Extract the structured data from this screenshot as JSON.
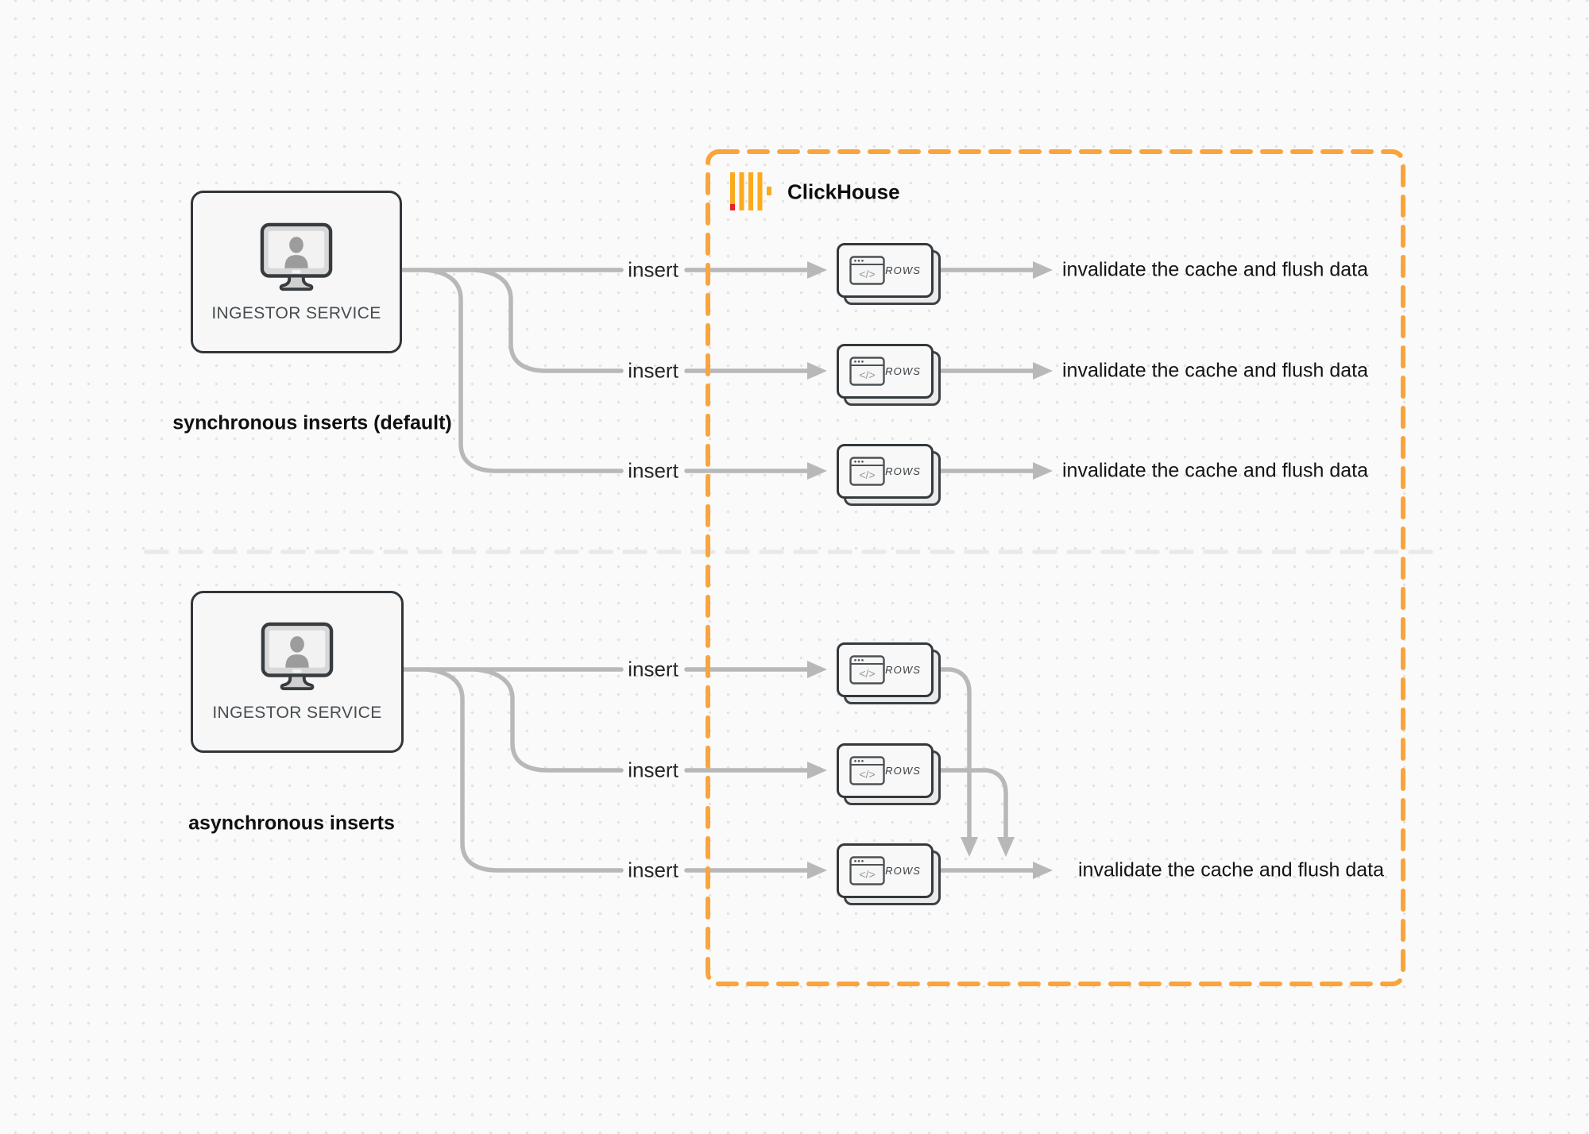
{
  "colors": {
    "background": "#fafafa",
    "dot_grid": "#e3e3e3",
    "cluster_border_orange": "#F9A43C",
    "arrow_gray": "#b8b8b8",
    "divider_gray": "#e9e9e9",
    "logo_yellow": "#FBAA1E",
    "logo_red": "#EB2020",
    "box_border_dark": "#30363a"
  },
  "clickhouse": {
    "label": "ClickHouse"
  },
  "sync": {
    "section_label": "synchronous inserts (default)",
    "service_label": "INGESTOR SERVICE",
    "rows": [
      {
        "insert_label": "insert",
        "card_label": "ROWS",
        "result_label": "invalidate the cache and flush data"
      },
      {
        "insert_label": "insert",
        "card_label": "ROWS",
        "result_label": "invalidate the cache and flush data"
      },
      {
        "insert_label": "insert",
        "card_label": "ROWS",
        "result_label": "invalidate the cache and flush data"
      }
    ]
  },
  "async": {
    "section_label": "asynchronous inserts",
    "service_label": "INGESTOR SERVICE",
    "rows": [
      {
        "insert_label": "insert",
        "card_label": "ROWS"
      },
      {
        "insert_label": "insert",
        "card_label": "ROWS"
      },
      {
        "insert_label": "insert",
        "card_label": "ROWS"
      }
    ],
    "result_label": "invalidate the cache and flush data"
  }
}
